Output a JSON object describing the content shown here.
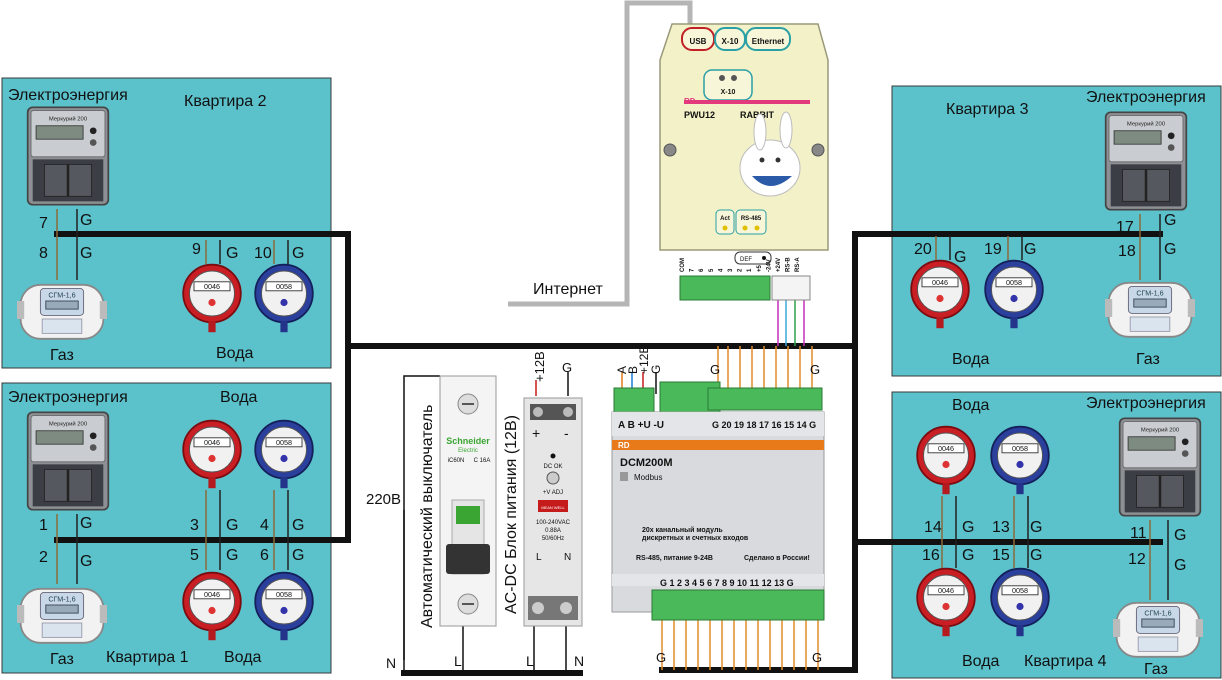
{
  "apartments": {
    "a2": {
      "title": "Квартира 2",
      "elec": "Электроэнергия",
      "gas": "Газ",
      "water": "Вода",
      "n1": "7",
      "n2": "8",
      "n3": "9",
      "n4": "10"
    },
    "a1": {
      "title": "Квартира 1",
      "elec": "Электроэнергия",
      "water_top": "Вода",
      "gas": "Газ",
      "water": "Вода",
      "n1": "1",
      "n2": "2",
      "n3": "3",
      "n4": "4",
      "n5": "5",
      "n6": "6"
    },
    "a3": {
      "title": "Квартира 3",
      "elec": "Электроэнергия",
      "water": "Вода",
      "gas": "Газ",
      "n1": "20",
      "n2": "19",
      "n3": "17",
      "n4": "18"
    },
    "a4": {
      "title": "Квартира 4",
      "water_top": "Вода",
      "elec": "Электроэнергия",
      "water": "Вода",
      "gas": "Газ",
      "n1": "14",
      "n2": "13",
      "n3": "11",
      "n4": "16",
      "n5": "15",
      "n6": "12"
    }
  },
  "ground": "G",
  "internet": "Интернет",
  "voltage": "220В",
  "breaker": {
    "label": "Автоматический выключатель",
    "brand": "Schneider",
    "brand_sub": "Electric",
    "model": "iC60N",
    "rating": "C 16A"
  },
  "psu": {
    "label": "AC-DC Блок питания (12В)",
    "dc_ok": "DC OK",
    "v_adj": "+V ADJ",
    "brand": "MEAN WELL",
    "input": "100-240VAC",
    "current": "0.88A",
    "freq": "50/60Hz",
    "term_l": "L",
    "term_n": "N",
    "pos12": "+12В",
    "plus": "+",
    "minus": "-"
  },
  "wiring": {
    "n_left": "N",
    "l_left": "L",
    "l_right": "L",
    "n_right": "N",
    "a": "A",
    "b": "B",
    "p12": "+12В",
    "g1": "G",
    "g2": "G",
    "g3": "G",
    "g4": "G"
  },
  "gateway": {
    "tab_usb": "USB",
    "tab_x10": "X-10",
    "tab_eth": "Ethernet",
    "x10": "X-10",
    "brand": "RD",
    "model": "PWU12",
    "name": "RABBIT",
    "act": "Act",
    "rs485": "RS-485",
    "def": "DEF",
    "pins": [
      "COM",
      "7",
      "6",
      "5",
      "4",
      "3",
      "2",
      "1",
      "+5",
      "-24V",
      "+24V",
      "RS-B",
      "RS-A"
    ]
  },
  "module": {
    "brand": "RD",
    "model": "DCM200M",
    "protocol": "Modbus",
    "top_terms": "A  B +U  -U",
    "top_inputs": "G 20 19 18 17 16 15 14 G",
    "desc1": "20х канальный модуль",
    "desc2": "дискретных и счетных входов",
    "desc3": "RS-485, питание 9-24В",
    "made": "Сделано в России!",
    "bottom_inputs": "G 1  2  3  4  5  6  7  8  9 10 11 12 13 G"
  },
  "meters": {
    "elec_brand": "Меркурий 200",
    "gas_model": "СГМ-1,6",
    "water_red": "0046",
    "water_blue": "0058"
  }
}
